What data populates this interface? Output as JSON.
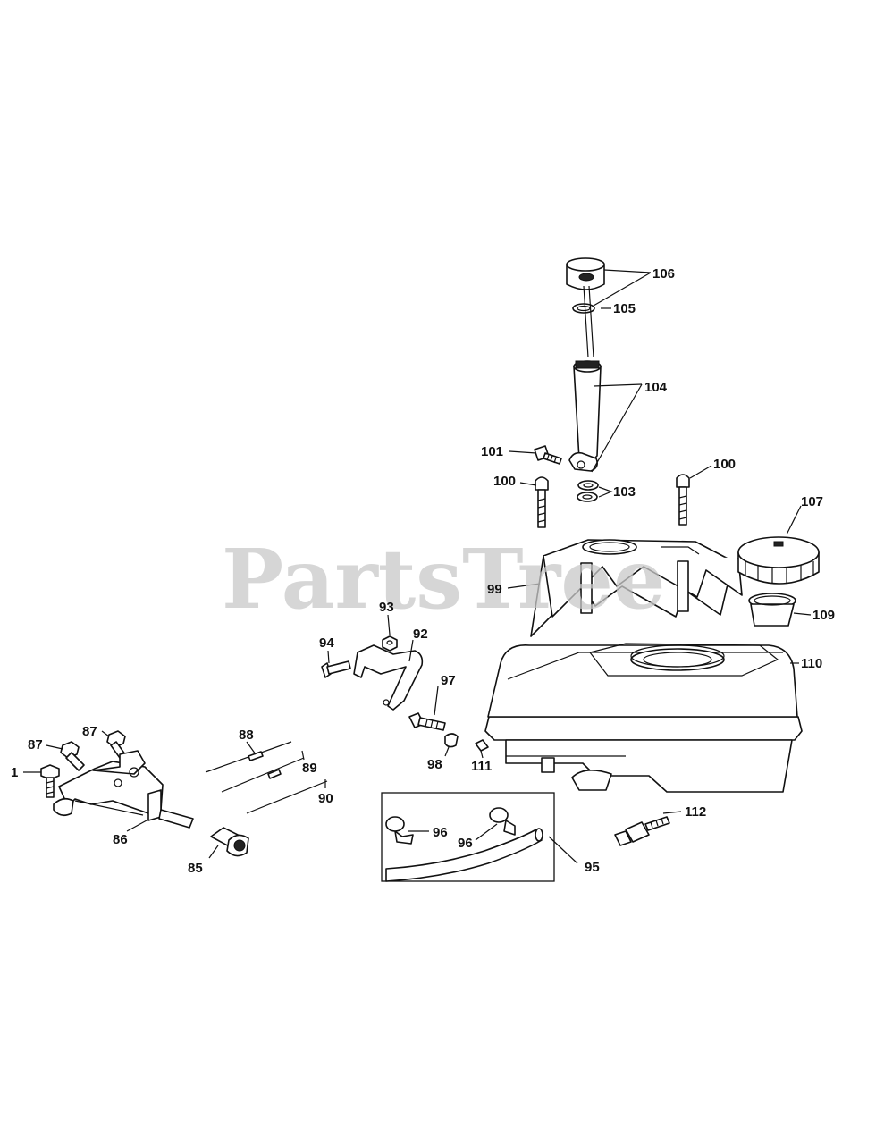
{
  "watermark": "PartsTree",
  "callouts": [
    {
      "id": "106",
      "text": "106"
    },
    {
      "id": "105",
      "text": "105"
    },
    {
      "id": "104",
      "text": "104"
    },
    {
      "id": "101",
      "text": "101"
    },
    {
      "id": "103",
      "text": "103"
    },
    {
      "id": "100a",
      "text": "100"
    },
    {
      "id": "100b",
      "text": "100"
    },
    {
      "id": "107",
      "text": "107"
    },
    {
      "id": "99",
      "text": "99"
    },
    {
      "id": "109",
      "text": "109"
    },
    {
      "id": "93",
      "text": "93"
    },
    {
      "id": "92",
      "text": "92"
    },
    {
      "id": "94",
      "text": "94"
    },
    {
      "id": "110",
      "text": "110"
    },
    {
      "id": "97",
      "text": "97"
    },
    {
      "id": "98",
      "text": "98"
    },
    {
      "id": "111",
      "text": "111"
    },
    {
      "id": "87a",
      "text": "87"
    },
    {
      "id": "87b",
      "text": "87"
    },
    {
      "id": "88",
      "text": "88"
    },
    {
      "id": "89",
      "text": "89"
    },
    {
      "id": "90",
      "text": "90"
    },
    {
      "id": "1",
      "text": "1"
    },
    {
      "id": "86",
      "text": "86"
    },
    {
      "id": "85",
      "text": "85"
    },
    {
      "id": "96a",
      "text": "96"
    },
    {
      "id": "96b",
      "text": "96"
    },
    {
      "id": "95",
      "text": "95"
    },
    {
      "id": "112",
      "text": "112"
    }
  ]
}
